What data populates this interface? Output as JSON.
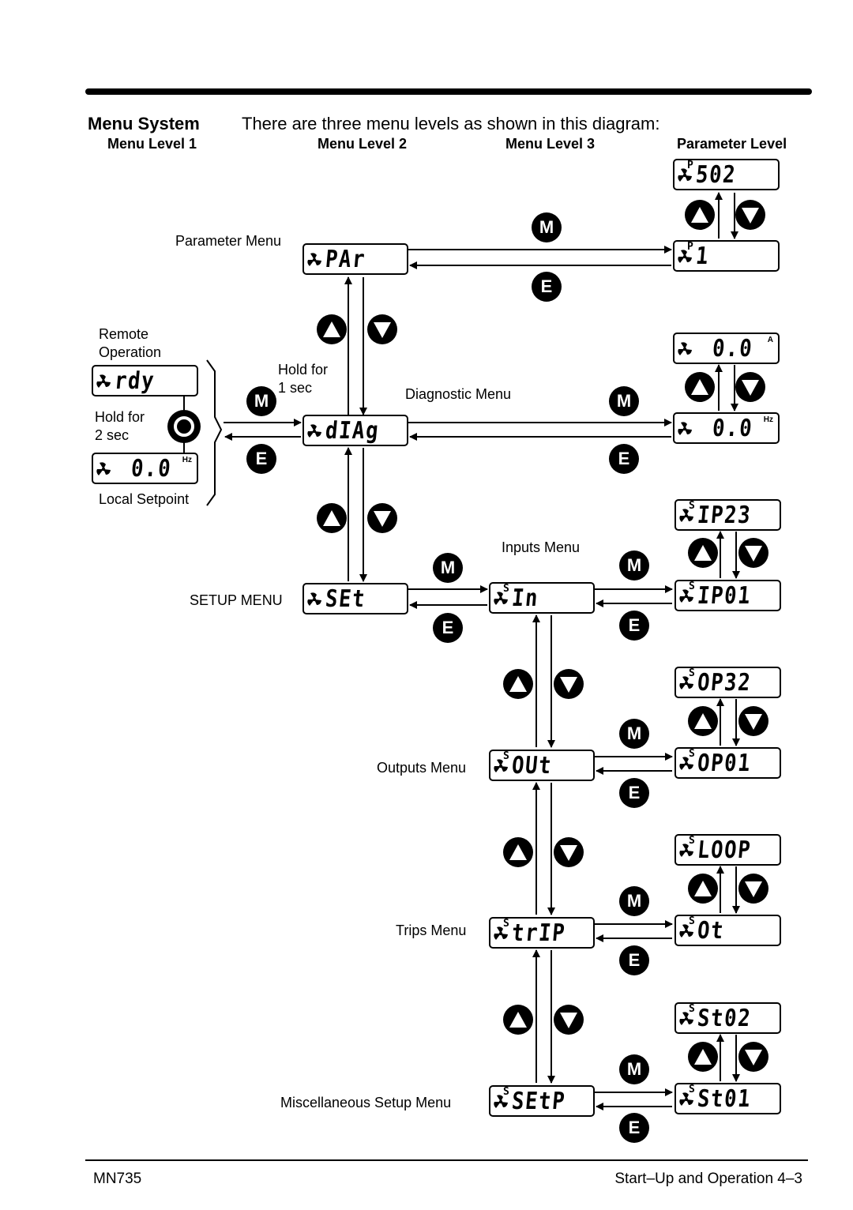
{
  "header": {
    "section_title": "Menu System",
    "intro": "There are three menu levels as shown in this diagram:"
  },
  "levels": {
    "level1": "Menu Level 1",
    "level2": "Menu Level 2",
    "level3": "Menu Level 3",
    "param": "Parameter Level"
  },
  "labels": {
    "parameter_menu": "Parameter Menu",
    "remote_operation_1": "Remote",
    "remote_operation_2": "Operation",
    "hold_2sec_1": "Hold for",
    "hold_2sec_2": "2 sec",
    "hold_1sec_1": "Hold for",
    "hold_1sec_2": "1 sec",
    "local_setpoint": "Local Setpoint",
    "diagnostic_menu": "Diagnostic Menu",
    "setup_menu": "SETUP MENU",
    "inputs_menu": "Inputs Menu",
    "outputs_menu": "Outputs Menu",
    "trips_menu": "Trips Menu",
    "misc_menu": "Miscellaneous Setup Menu"
  },
  "displays": {
    "rdy": "rdy",
    "local": "0.0",
    "local_unit": "Hz",
    "par": "PAr",
    "diag": "dIAg",
    "set": "SEt",
    "in": "In",
    "in_sup": "S",
    "out": "OUt",
    "out_sup": "S",
    "trip": "trIP",
    "trip_sup": "S",
    "setp": "SEtP",
    "setp_sup": "S",
    "p502": "502",
    "p502_sup": "P",
    "p1": "1",
    "p1_sup": "P",
    "amps": "0.0",
    "amps_unit": "A",
    "hz": "0.0",
    "hz_unit": "Hz",
    "ip23": "IP23",
    "ip23_sup": "S",
    "ip01": "IP01",
    "ip01_sup": "S",
    "op32": "OP32",
    "op32_sup": "S",
    "op01": "OP01",
    "op01_sup": "S",
    "loop": "LOOP",
    "loop_sup": "S",
    "ot": "Ot",
    "ot_sup": "S",
    "st02": "St02",
    "st02_sup": "S",
    "st01": "St01",
    "st01_sup": "S"
  },
  "keys": {
    "m": "M",
    "e": "E"
  },
  "footer": {
    "left": "MN735",
    "right": "Start–Up and Operation 4–3"
  }
}
